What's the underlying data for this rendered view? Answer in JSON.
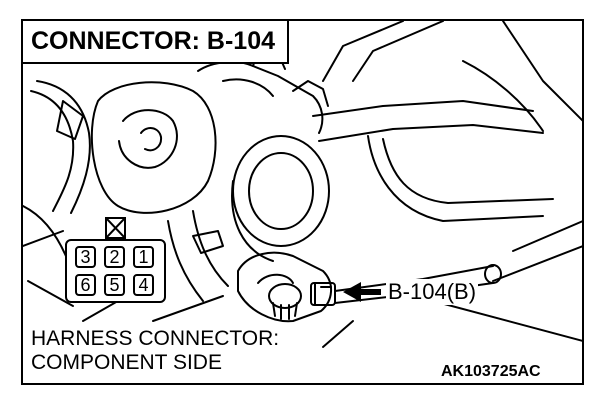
{
  "title": "CONNECTOR: B-104",
  "connector": {
    "top_row": [
      "3",
      "2",
      "1"
    ],
    "bottom_row": [
      "6",
      "5",
      "4"
    ]
  },
  "connector_label": "B-104(B)",
  "caption_line1": "HARNESS CONNECTOR:",
  "caption_line2": "COMPONENT SIDE",
  "figure_code": "AK103725AC",
  "colors": {
    "ink": "#000000",
    "paper": "#ffffff"
  }
}
